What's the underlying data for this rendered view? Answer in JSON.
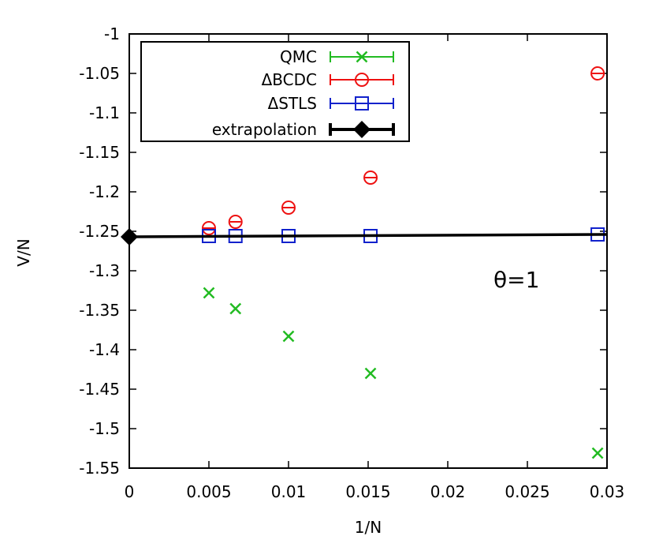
{
  "chart_data": {
    "type": "scatter",
    "xlabel": "1/N",
    "ylabel": "V/N",
    "xlim": [
      0,
      0.03
    ],
    "ylim": [
      -1.55,
      -1.0
    ],
    "xticks": [
      "0",
      "0.005",
      "0.01",
      "0.015",
      "0.02",
      "0.025",
      "0.03"
    ],
    "xtick_values": [
      0,
      0.005,
      0.01,
      0.015,
      0.02,
      0.025,
      0.03
    ],
    "yticks": [
      "-1",
      "-1.05",
      "-1.1",
      "-1.15",
      "-1.2",
      "-1.25",
      "-1.3",
      "-1.35",
      "-1.4",
      "-1.45",
      "-1.5",
      "-1.55"
    ],
    "ytick_values": [
      -1.0,
      -1.05,
      -1.1,
      -1.15,
      -1.2,
      -1.25,
      -1.3,
      -1.35,
      -1.4,
      -1.45,
      -1.5,
      -1.55
    ],
    "grid": false,
    "legend_position": "top-left",
    "annotation": "θ=1",
    "series": [
      {
        "name": "QMC",
        "color": "#22bb22",
        "marker": "x",
        "x": [
          0.005,
          0.00667,
          0.01,
          0.01515,
          0.02941
        ],
        "y": [
          -1.328,
          -1.348,
          -1.383,
          -1.43,
          -1.531
        ]
      },
      {
        "name": "ΔBCDC",
        "color": "#ee1111",
        "marker": "circle",
        "x": [
          0.005,
          0.00667,
          0.01,
          0.01515,
          0.02941
        ],
        "y": [
          -1.246,
          -1.238,
          -1.22,
          -1.182,
          -1.05
        ]
      },
      {
        "name": "ΔSTLS",
        "color": "#1122cc",
        "marker": "square",
        "x": [
          0.005,
          0.00667,
          0.01,
          0.01515,
          0.02941
        ],
        "y": [
          -1.256,
          -1.256,
          -1.256,
          -1.256,
          -1.254
        ]
      },
      {
        "name": "extrapolation",
        "color": "#000000",
        "marker": "diamond",
        "x": [
          0,
          0.03
        ],
        "y": [
          -1.257,
          -1.254
        ]
      }
    ]
  }
}
